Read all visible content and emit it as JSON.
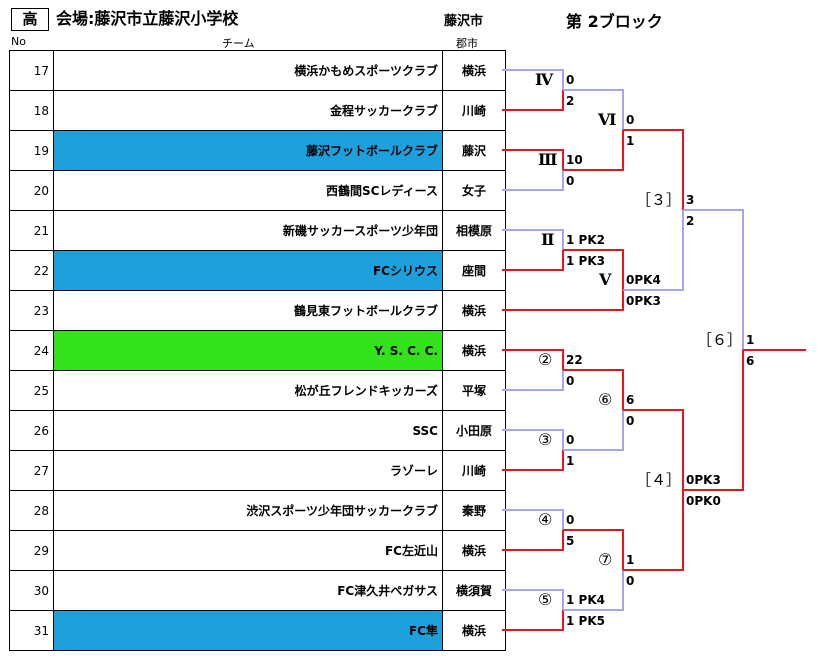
{
  "header": {
    "category_mark": "高",
    "venue": "会場:藤沢市立藤沢小学校",
    "host_city": "藤沢市",
    "block_title": "第 2ブロック"
  },
  "columns": {
    "no": "No",
    "team": "チーム",
    "area": "郡市"
  },
  "colors": {
    "winner": "#e8141e",
    "loser": "#a4a4f0",
    "highlight_blue": "#1ea0dc",
    "highlight_green": "#33e21a"
  },
  "teams": [
    {
      "no": "17",
      "name": "横浜かもめスポーツクラブ",
      "area": "横浜",
      "fill": ""
    },
    {
      "no": "18",
      "name": "金程サッカークラブ",
      "area": "川崎",
      "fill": ""
    },
    {
      "no": "19",
      "name": "藤沢フットボールクラブ",
      "area": "藤沢",
      "fill": "blue"
    },
    {
      "no": "20",
      "name": "西鶴間SCレディース",
      "area": "女子",
      "fill": ""
    },
    {
      "no": "21",
      "name": "新磯サッカースポーツ少年団",
      "area": "相模原",
      "fill": ""
    },
    {
      "no": "22",
      "name": "FCシリウス",
      "area": "座間",
      "fill": "blue"
    },
    {
      "no": "23",
      "name": "鶴見東フットボールクラブ",
      "area": "横浜",
      "fill": ""
    },
    {
      "no": "24",
      "name": "Y. S. C. C.",
      "area": "横浜",
      "fill": "green"
    },
    {
      "no": "25",
      "name": "松が丘フレンドキッカーズ",
      "area": "平塚",
      "fill": ""
    },
    {
      "no": "26",
      "name": "SSC",
      "area": "小田原",
      "fill": ""
    },
    {
      "no": "27",
      "name": "ラゾーレ",
      "area": "川崎",
      "fill": ""
    },
    {
      "no": "28",
      "name": "渋沢スポーツ少年団サッカークラブ",
      "area": "秦野",
      "fill": ""
    },
    {
      "no": "29",
      "name": "FC左近山",
      "area": "横浜",
      "fill": ""
    },
    {
      "no": "30",
      "name": "FC津久井ペガサス",
      "area": "横須賀",
      "fill": ""
    },
    {
      "no": "31",
      "name": "FC隼",
      "area": "横浜",
      "fill": "blue"
    }
  ],
  "bracket": {
    "labels": {
      "m4": "Ⅳ",
      "m3": "Ⅲ",
      "m2": "Ⅱ",
      "m5": "Ⅴ",
      "m6": "Ⅵ",
      "c2": "②",
      "c3": "③",
      "c4": "④",
      "c5": "⑤",
      "c6": "⑥",
      "c7": "⑦",
      "b3": "［３］",
      "b4": "［４］",
      "b6": "［６］"
    },
    "scores": {
      "m4_top": "0",
      "m4_bot": "2",
      "m3_top": "10",
      "m3_bot": "0",
      "m2_top": "1 PK2",
      "m2_bot": "1 PK3",
      "m6_top": "0",
      "m6_bot": "1",
      "m5_top": "0PK4",
      "m5_bot": "0PK3",
      "b3_top": "3",
      "b3_bot": "2",
      "c2_top": "22",
      "c2_bot": "0",
      "c3_top": "0",
      "c3_bot": "1",
      "c6_top": "6",
      "c6_bot": "0",
      "c4_top": "0",
      "c4_bot": "5",
      "c5_top": "1 PK4",
      "c5_bot": "1 PK5",
      "c7_top": "1",
      "c7_bot": "0",
      "b4_top": "0PK3",
      "b4_bot": "0PK0",
      "final_top": "1",
      "final_bot": "6"
    }
  }
}
